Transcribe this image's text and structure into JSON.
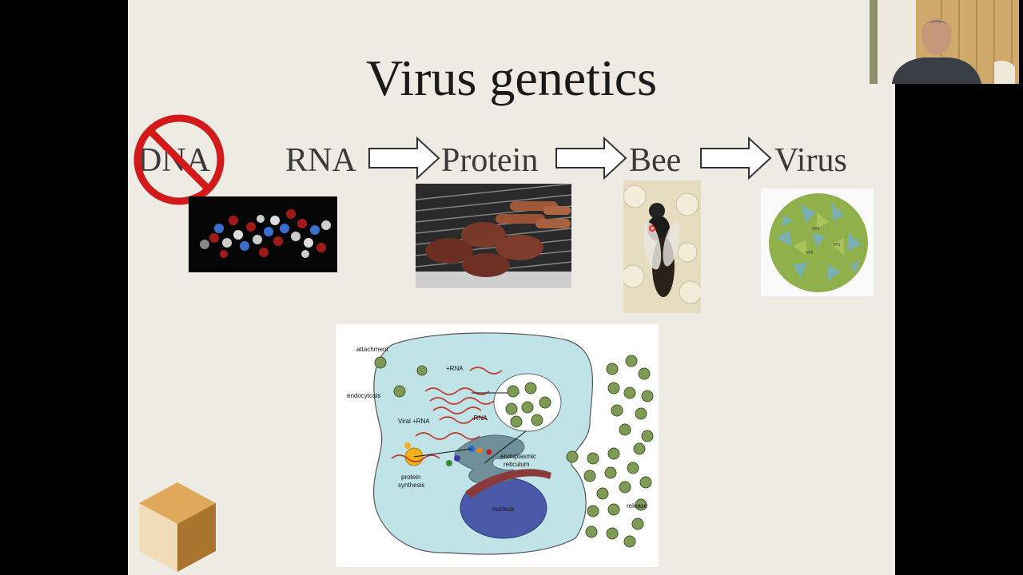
{
  "slide": {
    "title": "Virus genetics",
    "flow": [
      "DNA",
      "RNA",
      "Protein",
      "Bee",
      "Virus"
    ]
  },
  "diagram": {
    "labels": {
      "attachment": "attachment",
      "endocytosis": "endocytosis",
      "plus_rna": "+RNA",
      "viral_plus_rna": "Viral +RNA",
      "minus_rna": "-RNA",
      "er_line1": "endoplasmic",
      "er_line2": "reticulum",
      "protein_line1": "protein",
      "protein_line2": "synthesis",
      "nucleus": "nucleus",
      "release": "release"
    }
  },
  "virus_model": {
    "label_a": "VP3",
    "label_b": "VP2",
    "label_c": "VP1"
  },
  "colors": {
    "slide_bg": "#edebe3",
    "prohibit_red": "#d21a1a",
    "cell_fill": "#bfe3e6",
    "nucleus": "#4a5aa8"
  }
}
